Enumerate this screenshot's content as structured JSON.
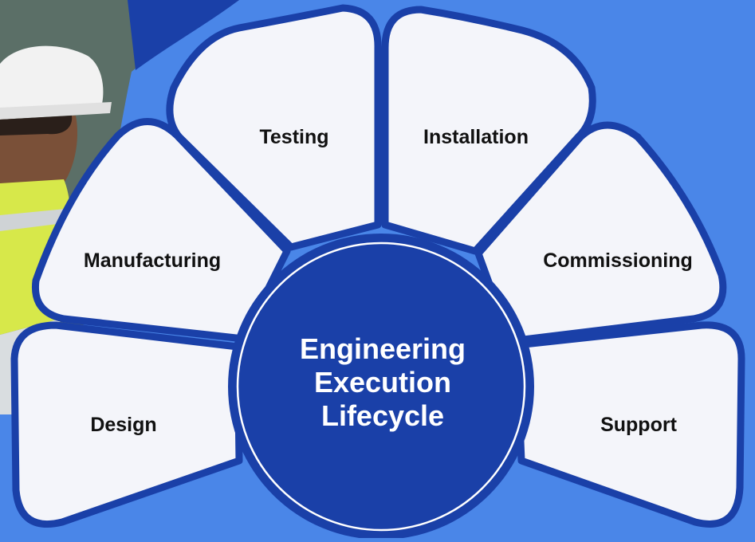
{
  "colors": {
    "background": "#4a86e8",
    "petal_fill": "#f4f5fa",
    "petal_border": "#1a40a8",
    "center_fill": "#1a40a8",
    "center_text": "#ffffff",
    "petal_text": "#111111"
  },
  "center": {
    "line1": "Engineering",
    "line2": "Execution",
    "line3": "Lifecycle"
  },
  "stages": [
    {
      "label": "Design"
    },
    {
      "label": "Manufacturing"
    },
    {
      "label": "Testing"
    },
    {
      "label": "Installation"
    },
    {
      "label": "Commissioning"
    },
    {
      "label": "Support"
    }
  ],
  "photo": {
    "subject": "worker in white hard hat and safety vest"
  }
}
